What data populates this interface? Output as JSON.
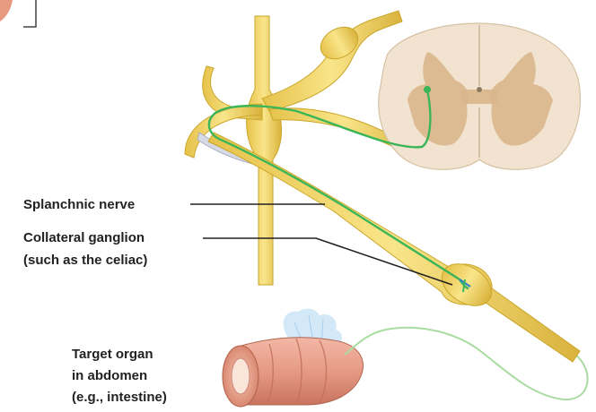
{
  "labels": {
    "splanchnic_nerve": "Splanchnic nerve",
    "collateral_ganglion_line1": "Collateral ganglion",
    "collateral_ganglion_line2": "(such as the celiac)",
    "target_line1": "Target organ",
    "target_line2": "in abdomen",
    "target_line3": "(e.g., intestine)"
  },
  "colors": {
    "nerve_yellow": "#f2d763",
    "nerve_edge": "#c9a629",
    "fiber_green": "#3cb558",
    "postganglionic_fiber": "#a8dca0",
    "spinal_cord_white": "#f1e3cf",
    "grey_matter": "#d9b68c",
    "intestine": "#e39c86",
    "mesentery_blue": "#cfe7f7",
    "leader_line": "#222222"
  }
}
